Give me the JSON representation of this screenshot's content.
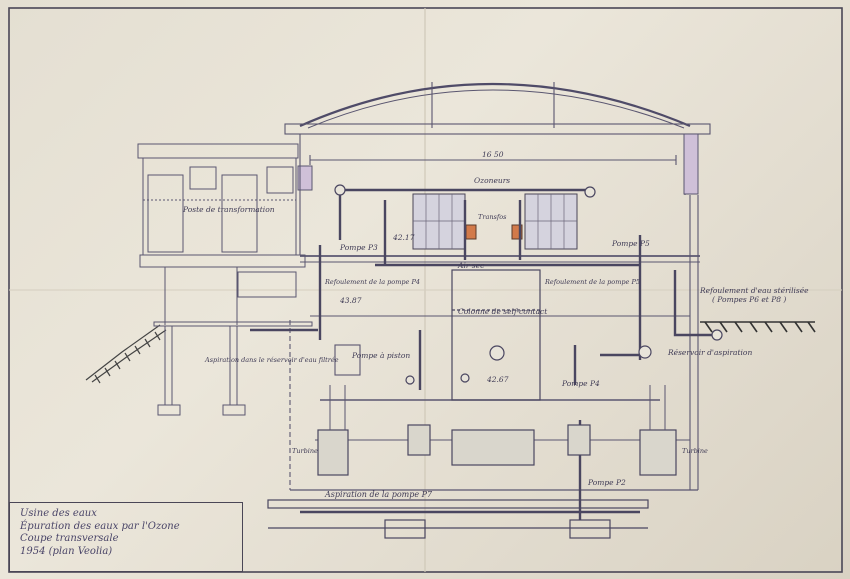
{
  "labels": {
    "poste_transformation": "Poste de transformation",
    "span": "16 50",
    "ozoneurs": "Ozoneurs",
    "transfos": "Transfos",
    "pompe_p3": "Pompe P3",
    "pompe_p5": "Pompe P5",
    "level_top": "42.17",
    "air_sec": "Air sec",
    "refoulement_p4": "Refoulement de la pompe P4",
    "refoulement_p5": "Refoulement de la pompe P5",
    "level_mid": "43.87",
    "colonne": "Colonne de self-contact",
    "refoulement_eau": "Refoulement d'eau stérilisée",
    "pompes_p6_p8": "( Pompes P6 et P8 )",
    "aspiration_dans": "Aspiration dans le réservoir d'eau filtrée",
    "pompe_piston": "Pompe à piston",
    "reservoir_aspiration": "Réservoir d'aspiration",
    "level_low": "42.67",
    "pompe_p4": "Pompe P4",
    "turbine_left": "Turbine",
    "turbine_right": "Turbine",
    "pompe_p2": "Pompe P2",
    "aspiration_p7": "Aspiration   de   la   pompe   P7"
  },
  "title_block": {
    "line1": "Usine des eaux",
    "line2": "Épuration des eaux par l'Ozone",
    "line3": "Coupe transversale",
    "line4": "1954 (plan Veolia)"
  }
}
